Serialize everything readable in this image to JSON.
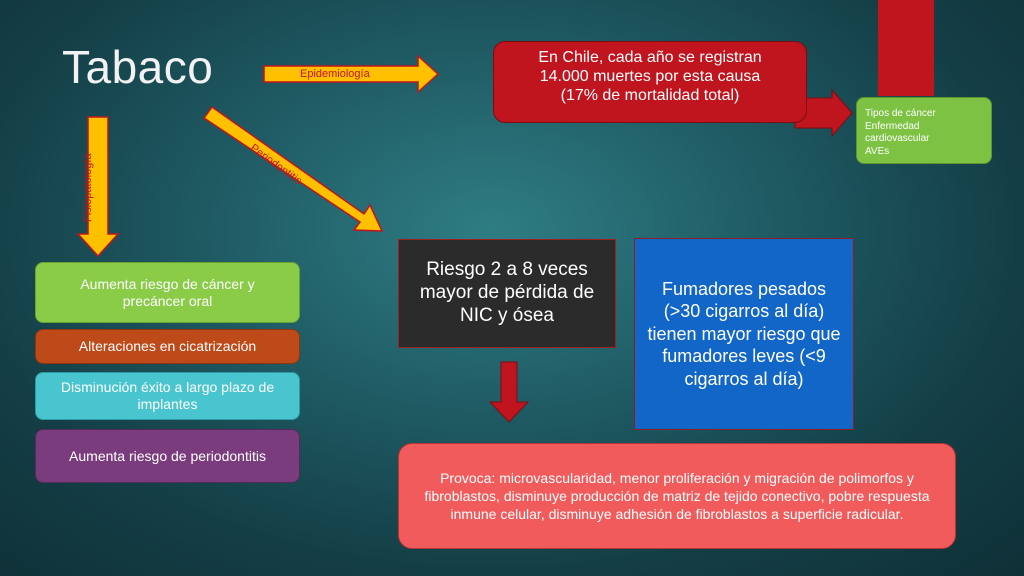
{
  "title": "Tabaco",
  "labels": {
    "epidemiologia": "Epidemiología",
    "fisiopatologia": "Fisiopatología",
    "periodontitis": "Periodontitis"
  },
  "epidemiology": {
    "line1": "En Chile, cada año se registran",
    "line2": "14.000 muertes por esta causa",
    "line3": "(17% de mortalidad total)"
  },
  "consequences": [
    "Tipos de cáncer",
    "Enfermedad cardiovascular",
    "AVEs"
  ],
  "fisiopatologia_items": [
    "Aumenta riesgo de cáncer y precáncer oral",
    "Alteraciones en cicatrización",
    "Disminución éxito a largo plazo de implantes",
    "Aumenta riesgo de periodontitis"
  ],
  "risk_box": "Riesgo 2 a 8 veces mayor de pérdida de NIC y ósea",
  "smokers_box": "Fumadores pesados (>30 cigarros al día) tienen mayor riesgo que fumadores leves (<9 cigarros al día)",
  "provoca_box": "Provoca: microvascularidad, menor proliferación y migración de polimorfos y fibroblastos, disminuye producción de matriz de tejido conectivo, pobre respuesta inmune celular, disminuye adhesión de fibroblastos a superficie radicular.",
  "colors": {
    "red": "#c0151f",
    "arrow_yellow": "#ffc000",
    "green": "#8acb48",
    "orange": "#bd4a18",
    "cyan": "#49c5cf",
    "purple": "#7a3c7c",
    "blue": "#1166c7",
    "salmon": "#f15b5b"
  }
}
